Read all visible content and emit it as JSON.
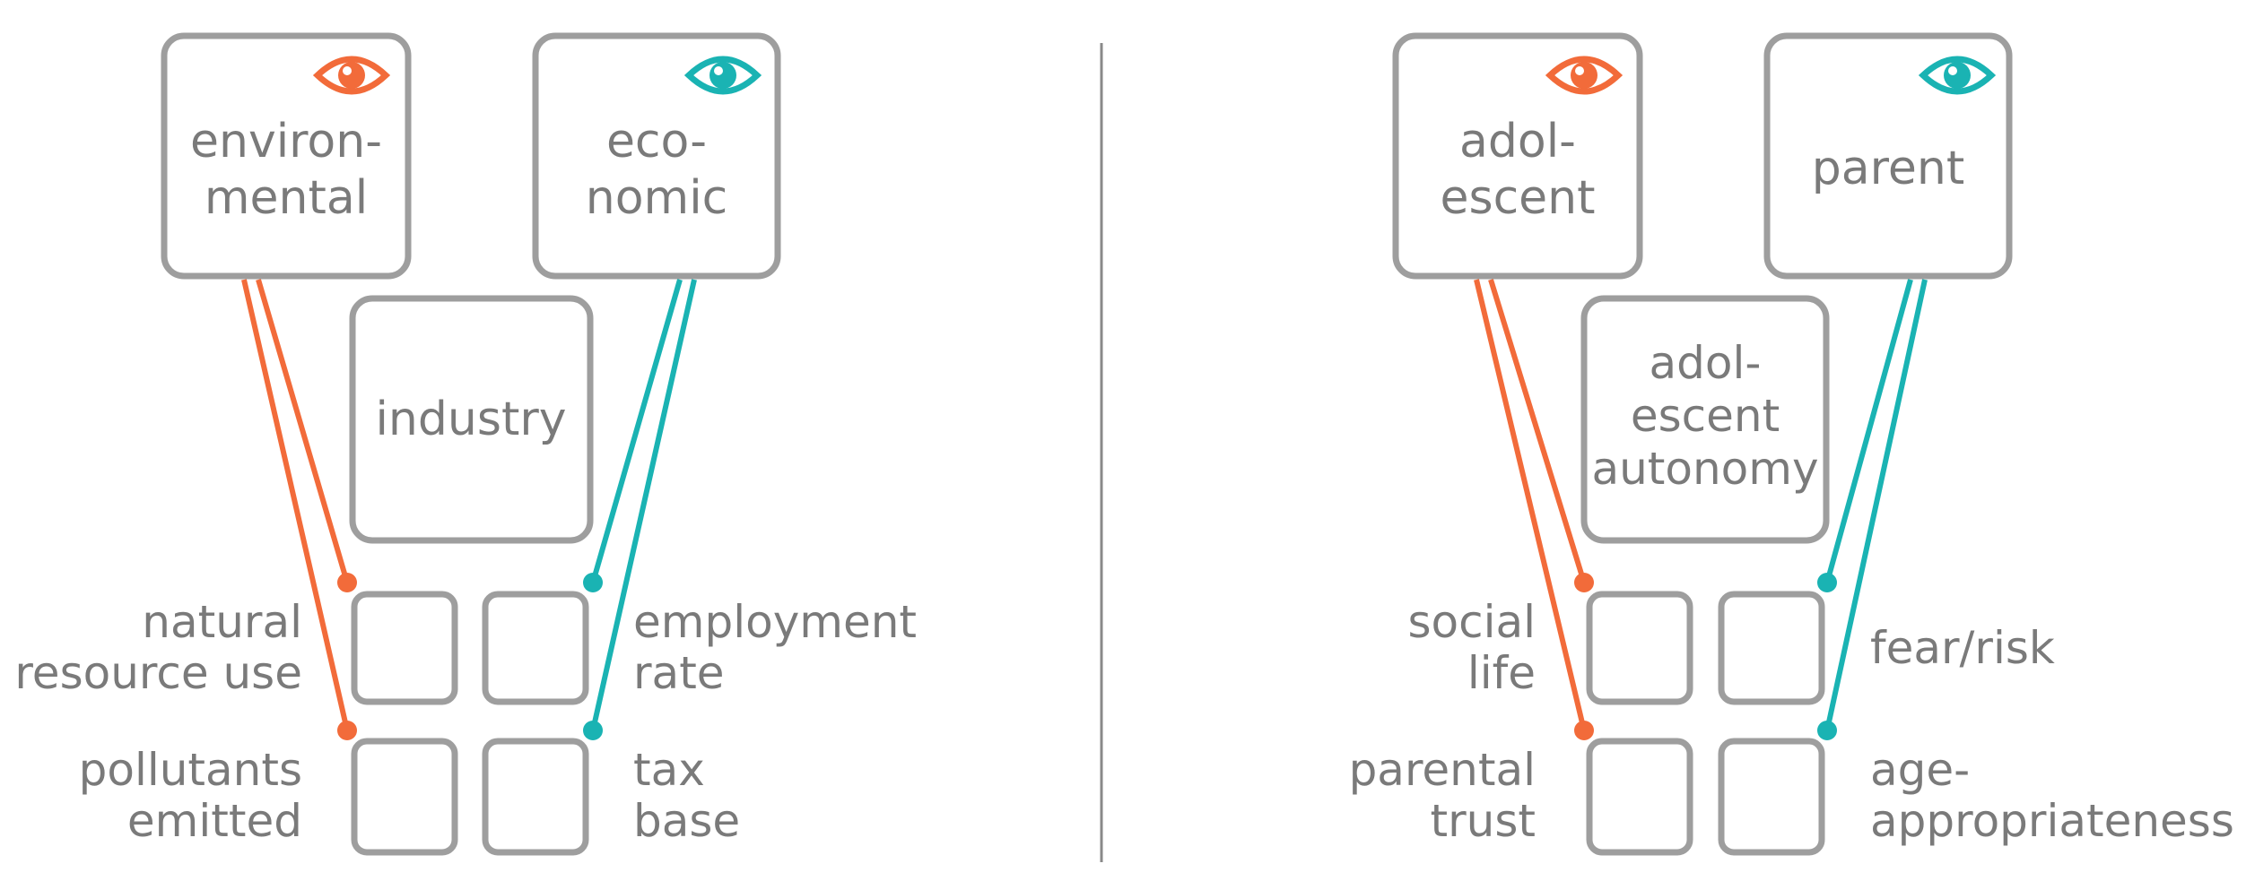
{
  "colors": {
    "orange": "#f26b3a",
    "teal": "#1ab3b3",
    "box_stroke": "#9e9e9e",
    "text": "#7a7a7a"
  },
  "left": {
    "viewpoint_a": {
      "line1": "environ-",
      "line2": "mental",
      "icon": "eye-icon",
      "color": "orange"
    },
    "viewpoint_b": {
      "line1": "eco-",
      "line2": "nomic",
      "icon": "eye-icon",
      "color": "teal"
    },
    "topic": {
      "line1": "industry"
    },
    "row1_left": {
      "line1": "natural",
      "line2": "resource use"
    },
    "row2_left": {
      "line1": "pollutants",
      "line2": "emitted"
    },
    "row1_right": {
      "line1": "employment",
      "line2": "rate"
    },
    "row2_right": {
      "line1": "tax",
      "line2": "base"
    }
  },
  "right": {
    "viewpoint_a": {
      "line1": "adol-",
      "line2": "escent",
      "icon": "eye-icon",
      "color": "orange"
    },
    "viewpoint_b": {
      "line1": "parent",
      "icon": "eye-icon",
      "color": "teal"
    },
    "topic": {
      "line1": "adol-",
      "line2": "escent",
      "line3": "autonomy"
    },
    "row1_left": {
      "line1": "social",
      "line2": "life"
    },
    "row2_left": {
      "line1": "parental",
      "line2": "trust"
    },
    "row1_right": {
      "line1": "fear/risk"
    },
    "row2_right": {
      "line1": "age-",
      "line2": "appropriateness"
    }
  }
}
